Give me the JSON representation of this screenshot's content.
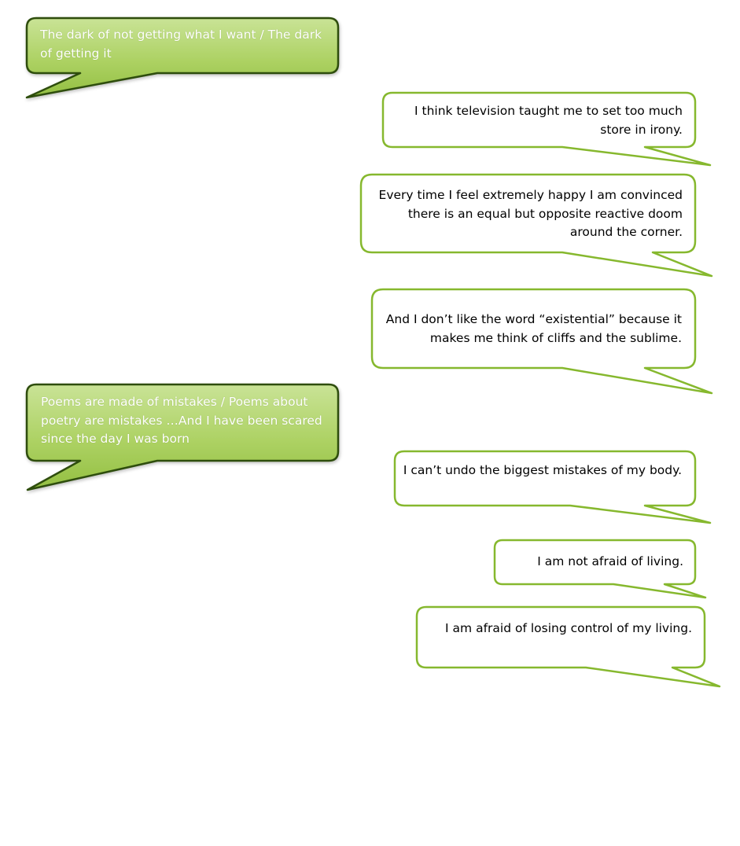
{
  "colors": {
    "green_fill_light": "#c3e08a",
    "green_fill_dark": "#96c245",
    "green_stroke_dark": "#2e4d0c",
    "green_stroke_light": "#86b82e",
    "white_fill": "#ffffff",
    "left_text": "#ffffff",
    "right_text": "#000000"
  },
  "bubbles": [
    {
      "style": "filled-green",
      "side": "left",
      "lines": [
        "The dark of not getting what I want / The dark",
        "of getting it"
      ]
    },
    {
      "style": "outlined",
      "side": "right",
      "lines": [
        "I think television taught me to set too much",
        "store in irony."
      ]
    },
    {
      "style": "outlined",
      "side": "right",
      "lines": [
        "Every time I feel extremely happy I am convinced",
        "there is an equal but opposite reactive doom",
        "around the corner."
      ]
    },
    {
      "style": "outlined",
      "side": "right",
      "lines": [
        "And I don’t like the word “existential” because it",
        "makes me think of cliffs and the sublime."
      ]
    },
    {
      "style": "filled-green",
      "side": "left",
      "lines": [
        "Poems are made of mistakes / Poems about",
        "poetry are mistakes …And I have been scared",
        "since the day I was born"
      ]
    },
    {
      "style": "outlined",
      "side": "right",
      "lines": [
        "I can’t undo the biggest mistakes of my body."
      ]
    },
    {
      "style": "outlined",
      "side": "right",
      "lines": [
        "I am not afraid of living."
      ]
    },
    {
      "style": "outlined",
      "side": "right",
      "lines": [
        "I am afraid of losing control of my living."
      ]
    }
  ]
}
